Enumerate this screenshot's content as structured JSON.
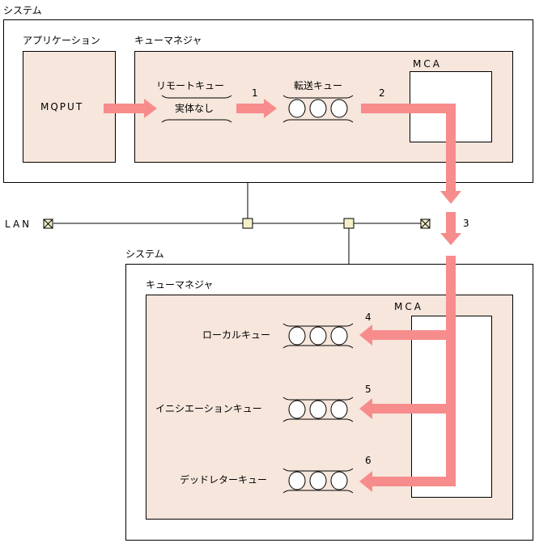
{
  "top_system": {
    "label": "システム",
    "app_label": "アプリケーション",
    "mqput": "MQPUT",
    "qmgr_label": "キューマネジャ",
    "remote_queue": "リモートキュー",
    "remote_queue_sub": "実体なし",
    "xmit_queue": "転送キュー",
    "mca": "MCA"
  },
  "network": {
    "lan": "LAN"
  },
  "bottom_system": {
    "label": "システム",
    "qmgr_label": "キューマネジャ",
    "mca": "MCA",
    "local_queue": "ローカルキュー",
    "initiation_queue": "イニシエーションキュー",
    "dead_letter_queue": "デッドレターキュー"
  },
  "steps": [
    "1",
    "2",
    "3",
    "4",
    "5",
    "6"
  ],
  "colors": {
    "arrow": "#f78c8c",
    "qmgr_fill": "#f6e6dc",
    "node_fill": "#f3f0c8"
  }
}
